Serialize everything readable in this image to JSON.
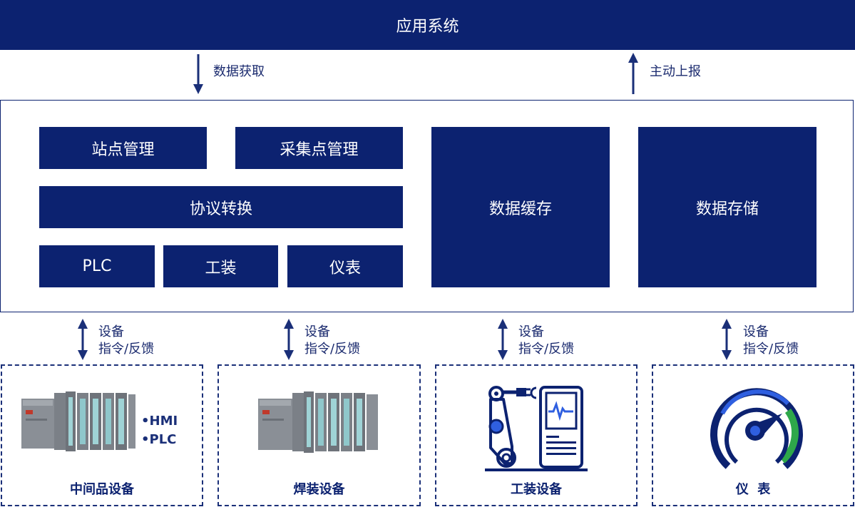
{
  "top": {
    "title": "应用系统"
  },
  "flows": {
    "down_label": "数据获取",
    "up_label": "主动上报"
  },
  "platform": {
    "modules": {
      "site_mgmt": "站点管理",
      "collect_mgmt": "采集点管理",
      "protocol": "协议转换",
      "plc": "PLC",
      "tooling": "工装",
      "meter": "仪表",
      "cache": "数据缓存",
      "storage": "数据存储"
    }
  },
  "links": [
    {
      "line1": "设备",
      "line2": "指令/反馈"
    },
    {
      "line1": "设备",
      "line2": "指令/反馈"
    },
    {
      "line1": "设备",
      "line2": "指令/反馈"
    },
    {
      "line1": "设备",
      "line2": "指令/反馈"
    }
  ],
  "devices": [
    {
      "title": "中间品设备",
      "bullets": [
        "•HMI",
        "•PLC"
      ]
    },
    {
      "title": "焊装设备"
    },
    {
      "title": "工装设备"
    },
    {
      "title": "仪  表"
    }
  ],
  "colors": {
    "navy": "#0c2270",
    "accent_blue": "#2f5fe0",
    "gauge_green": "#2ea84a"
  },
  "icons": [
    "plc-rack-icon",
    "robot-arm-icon",
    "monitor-waveform-icon",
    "gauge-icon"
  ]
}
